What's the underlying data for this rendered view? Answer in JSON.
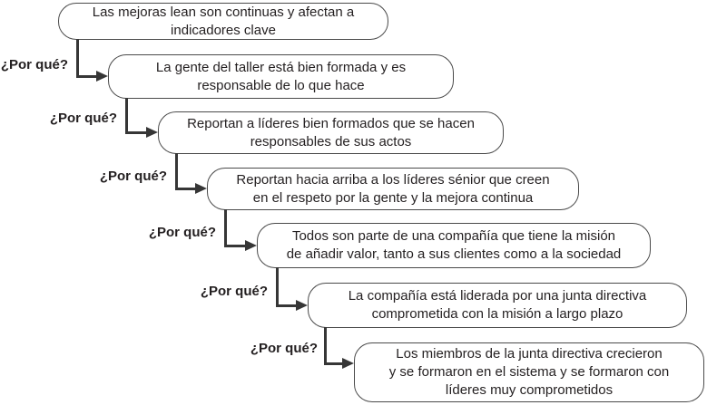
{
  "why_labels": [
    "¿Por qué?",
    "¿Por qué?",
    "¿Por qué?",
    "¿Por qué?",
    "¿Por qué?",
    "¿Por qué?"
  ],
  "boxes": [
    {
      "lines": [
        "Las mejoras lean son continuas y afectan a",
        "indicadores clave"
      ]
    },
    {
      "lines": [
        "La gente del taller está bien formada y es",
        "responsable de lo que hace"
      ]
    },
    {
      "lines": [
        "Reportan a líderes bien formados que se hacen",
        "responsables de sus actos"
      ]
    },
    {
      "lines": [
        "Reportan hacia arriba a los líderes sénior que creen",
        "en el respeto por la gente y la mejora continua"
      ]
    },
    {
      "lines": [
        "Todos son parte de una compañía que tiene la misión",
        "de añadir valor, tanto a sus clientes como a la sociedad"
      ]
    },
    {
      "lines": [
        "La compañía está liderada por una junta directiva",
        "comprometida con la misión a largo plazo"
      ]
    },
    {
      "lines": [
        "Los miembros de la junta directiva crecieron",
        "y se formaron en el sistema y se formaron con",
        "líderes muy comprometidos"
      ]
    }
  ],
  "colors": {
    "background": "#ffffff",
    "box_border": "#4a4a4a",
    "text": "#231f20",
    "connector": "#363636"
  }
}
